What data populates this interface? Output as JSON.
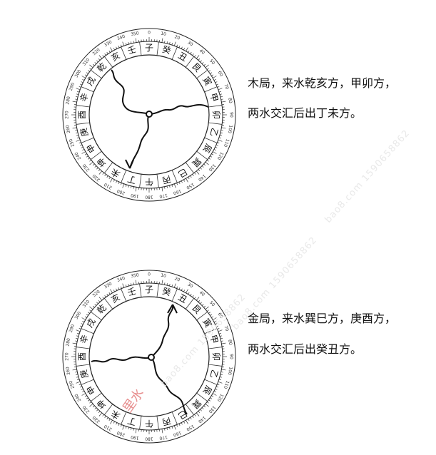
{
  "diagrams": [
    {
      "caption_line1": "木局，来水乾亥方，甲卯方，",
      "caption_line2": "两水交汇后出丁未方。"
    },
    {
      "caption_line1": "金局，来水巽巳方，庚酉方，",
      "caption_line2": "两水交汇后出癸丑方。"
    }
  ],
  "compass": {
    "mountains": [
      "子",
      "癸",
      "丑",
      "艮",
      "寅",
      "甲",
      "卯",
      "乙",
      "辰",
      "巽",
      "巳",
      "丙",
      "午",
      "丁",
      "未",
      "坤",
      "申",
      "庚",
      "酉",
      "辛",
      "戌",
      "乾",
      "亥",
      "壬"
    ],
    "degree_labels": [
      "0",
      "10",
      "20",
      "30",
      "40",
      "50",
      "60",
      "70",
      "80",
      "90",
      "100",
      "110",
      "120",
      "130",
      "140",
      "150",
      "160",
      "170",
      "180",
      "190",
      "200",
      "210",
      "220",
      "230",
      "240",
      "250",
      "260",
      "270",
      "280",
      "290",
      "300",
      "310",
      "320",
      "330",
      "340",
      "350"
    ]
  },
  "stamp_text": "里水",
  "watermark_text": "bao8.com 1590658862"
}
